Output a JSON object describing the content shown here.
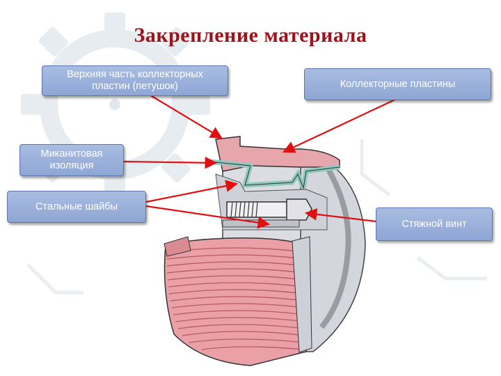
{
  "slide": {
    "title": "Закрепление материала"
  },
  "callouts": {
    "top_part": "Верхняя часть коллекторных пластин (петушок)",
    "plates": "Коллекторные пластины",
    "mica": "Миканитовая изоляция",
    "washers": "Стальные шайбы",
    "screw": "Стяжной винт"
  },
  "colors": {
    "title": "#a0121a",
    "callout_fill": "#9db2dc",
    "arrow": "#e01010",
    "copper_pink": "#e8a3a8",
    "insulation_teal": "#8fc9bf",
    "body_gray": "#d7d9df",
    "gear_watermark": "#e7ecf1"
  }
}
